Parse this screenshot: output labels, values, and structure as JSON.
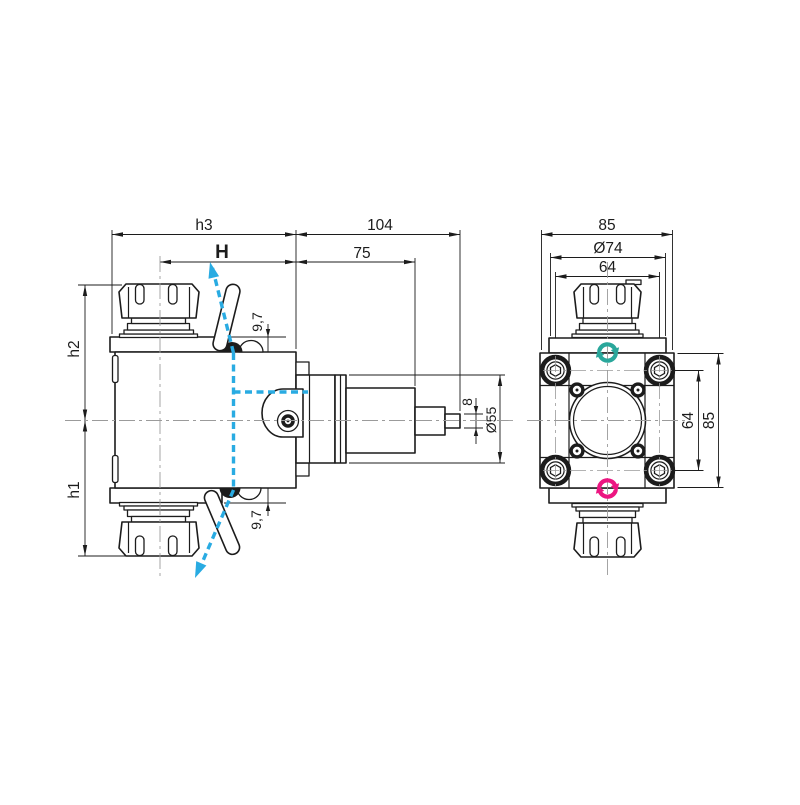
{
  "drawing": {
    "side_view": {
      "dimensions": {
        "h3": "h3",
        "len_104": "104",
        "gauge_H": "H",
        "len_75": "75",
        "h2": "h2",
        "h1": "h1",
        "offset_top": "9,7",
        "offset_bottom": "9,7",
        "tip_width": "8",
        "flange_dia": "Ø55"
      }
    },
    "front_view": {
      "dimensions": {
        "width_85": "85",
        "bolt_circle_dia": "Ø74",
        "spacing_x_64": "64",
        "spacing_y_64": "64",
        "height_85": "85"
      }
    }
  },
  "colors": {
    "line": "#1c1c1c",
    "centerline": "#9b9b9b",
    "direction_arrow": "#29abe2",
    "rotation_top": "#2aa79b",
    "rotation_bottom": "#ec1581"
  },
  "icons": {
    "rotation_top": "rotation-cw-icon",
    "rotation_bottom": "rotation-ccw-icon",
    "direction_top": "direction-arrow-up-icon",
    "direction_bottom": "direction-arrow-down-icon"
  }
}
